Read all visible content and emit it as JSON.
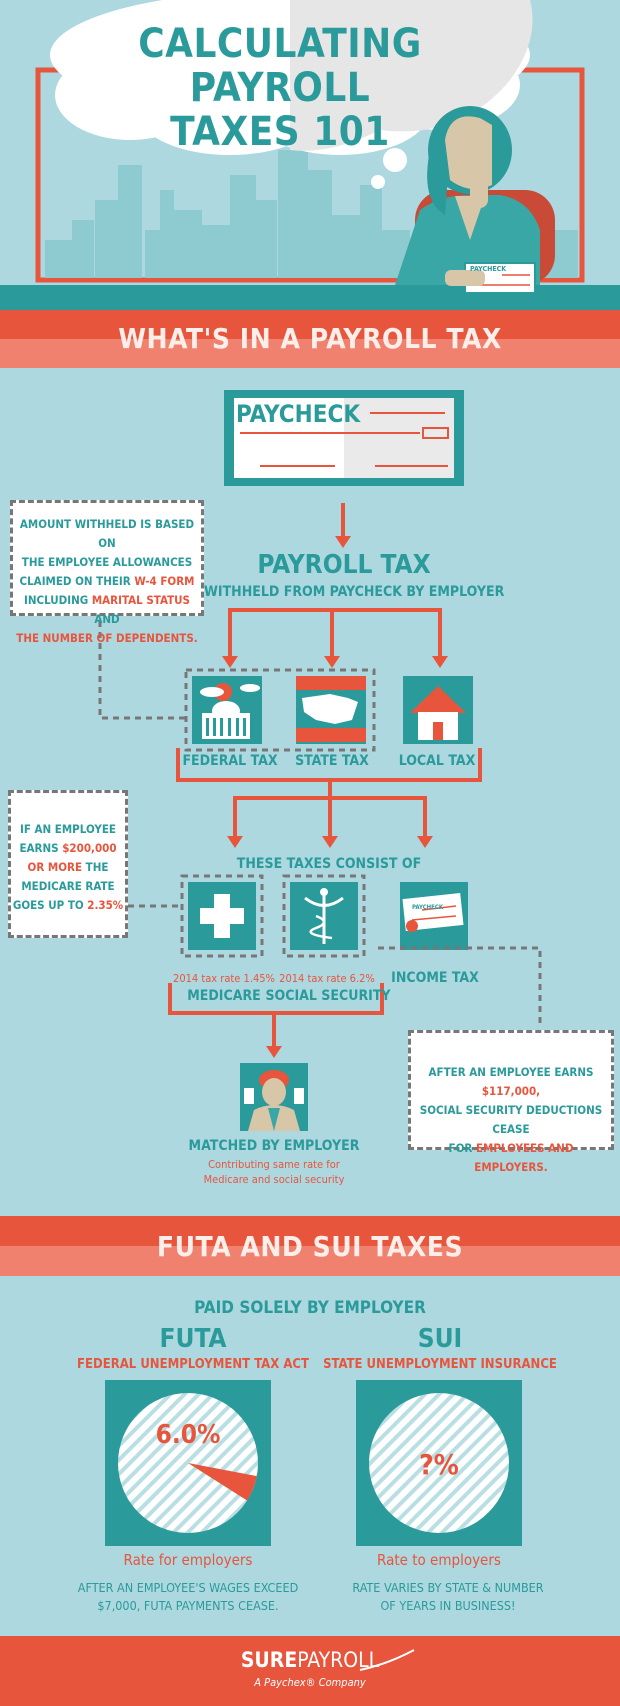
{
  "hero": {
    "title_line1": "CALCULATING PAYROLL",
    "title_line2": "TAXES 101",
    "paycheck_mini_label": "PAYCHECK"
  },
  "section1": {
    "title": "WHAT'S IN A PAYROLL TAX",
    "paycheck_label": "PAYCHECK",
    "payroll_tax_title": "PAYROLL TAX",
    "payroll_tax_subtitle": "WITHHELD FROM PAYCHECK BY EMPLOYER",
    "note_allowances": {
      "line1": "AMOUNT WITHHELD IS BASED ON",
      "line2": "THE EMPLOYEE ALLOWANCES",
      "line3a": "CLAIMED ON THEIR ",
      "line3b": "W-4 FORM",
      "line4a": "INCLUDING ",
      "line4b": "MARITAL STATUS",
      "line4c": " AND",
      "line5": "THE NUMBER OF DEPENDENTS."
    },
    "federal_tax": "FEDERAL TAX",
    "state_tax": "STATE TAX",
    "local_tax": "LOCAL TAX",
    "note_medicare": {
      "line1": "IF AN EMPLOYEE",
      "line2a": "EARNS ",
      "line2b": "$200,000",
      "line3": "OR MORE",
      "line3b": " THE",
      "line4": "MEDICARE RATE",
      "line5a": "GOES UP TO ",
      "line5b": "2.35%"
    },
    "consist_title": "THESE TAXES CONSIST OF",
    "medicare_rate": "2014 tax rate 1.45%",
    "medicare": "MEDICARE",
    "ss_rate": "2014 tax rate 6.2%",
    "social_security": "SOCIAL SECURITY",
    "income_tax": "INCOME TAX",
    "income_paycheck_label": "PAYCHECK",
    "note_ss": {
      "line1a": "AFTER AN EMPLOYEE EARNS ",
      "line1b": "$117,000,",
      "line2": "SOCIAL SECURITY DEDUCTIONS CEASE",
      "line3a": "FOR ",
      "line3b": "EMPLOYEES AND EMPLOYERS."
    },
    "matched_title": "MATCHED BY EMPLOYER",
    "matched_sub1": "Contributing same rate for",
    "matched_sub2": "Medicare and social security"
  },
  "section2": {
    "title": "FUTA AND SUI TAXES",
    "paid_by": "PAID SOLELY BY EMPLOYER",
    "futa": {
      "title": "FUTA",
      "subtitle": "FEDERAL UNEMPLOYMENT TAX  ACT",
      "rate": "6.0%",
      "rate_value": 6.0,
      "rate_caption": "Rate for employers",
      "note1": "AFTER AN EMPLOYEE'S WAGES EXCEED",
      "note2": "$7,000, FUTA PAYMENTS  CEASE."
    },
    "sui": {
      "title": "SUI",
      "subtitle": "STATE UNEMPLOYMENT INSURANCE",
      "rate": "?%",
      "rate_caption": "Rate to employers",
      "note1": "RATE VARIES BY STATE & NUMBER",
      "note2": "OF YEARS IN BUSINESS!"
    }
  },
  "footer": {
    "brand_sure": "SURE",
    "brand_payroll": "PAYROLL",
    "tagline": "A Paychex® Company"
  },
  "colors": {
    "teal": "#2a9a9a",
    "coral": "#e8553d",
    "background": "#add8e0"
  }
}
